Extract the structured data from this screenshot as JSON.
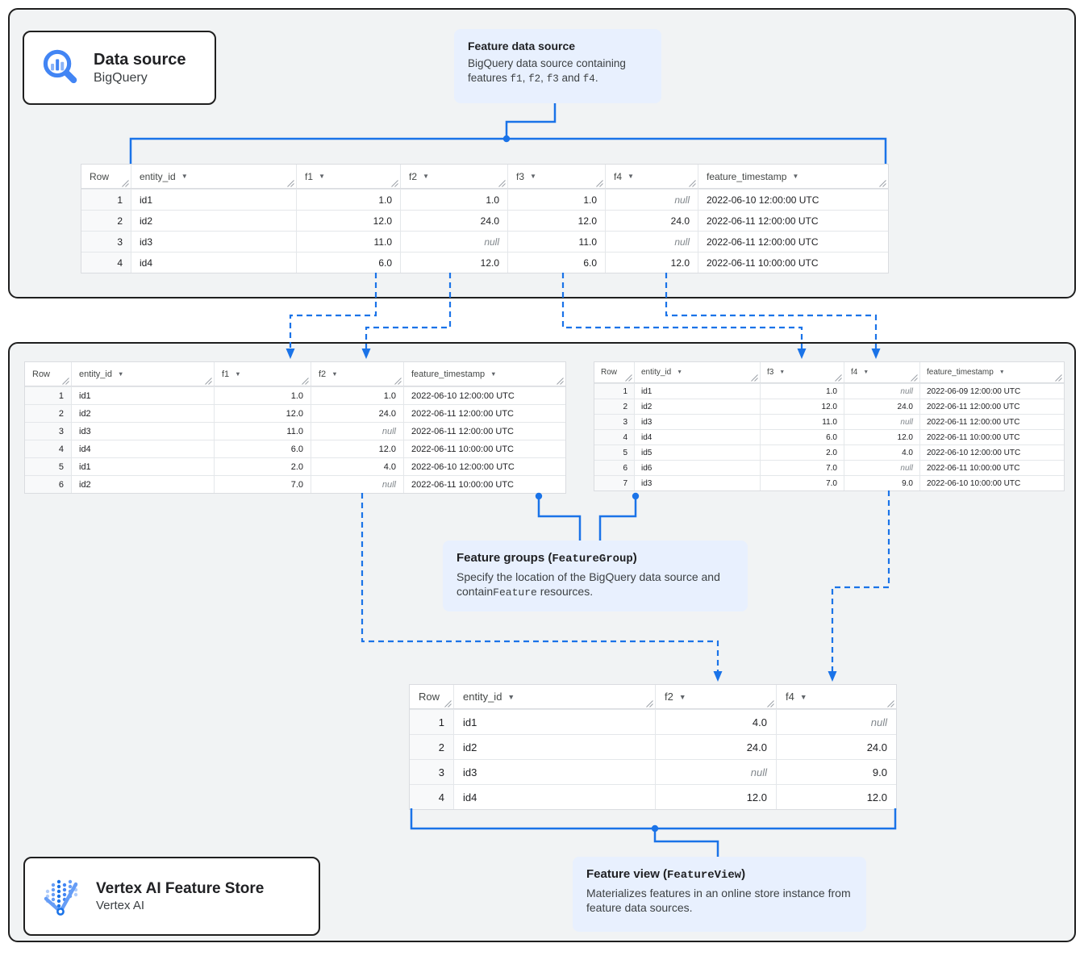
{
  "colors": {
    "accent_blue": "#1a73e8",
    "icon_blue": "#4285f4",
    "callout_bg": "#e8f0fe",
    "section_bg": "#f1f3f4",
    "null_text": "#80868b"
  },
  "cards": {
    "data_source": {
      "title": "Data source",
      "subtitle": "BigQuery",
      "icon": "bigquery-search-icon"
    },
    "feature_store": {
      "title": "Vertex AI Feature Store",
      "subtitle": "Vertex AI",
      "icon": "vertex-ai-feature-store-icon"
    }
  },
  "callouts": {
    "feature_data_source": {
      "title": [
        {
          "t": "Feature data source"
        }
      ],
      "body": [
        {
          "t": "BigQuery data source containing features "
        },
        {
          "t": "f1",
          "mono": true
        },
        {
          "t": ", "
        },
        {
          "t": "f2",
          "mono": true
        },
        {
          "t": ", "
        },
        {
          "t": "f3",
          "mono": true
        },
        {
          "t": " and "
        },
        {
          "t": "f4",
          "mono": true
        },
        {
          "t": "."
        }
      ]
    },
    "feature_groups": {
      "title": [
        {
          "t": "Feature groups ("
        },
        {
          "t": "FeatureGroup",
          "mono": true
        },
        {
          "t": ")"
        }
      ],
      "body": [
        {
          "t": "Specify the location of the BigQuery data source and contain"
        },
        {
          "t": "Feature",
          "mono": true
        },
        {
          "t": " resources."
        }
      ]
    },
    "feature_view": {
      "title": [
        {
          "t": "Feature view ("
        },
        {
          "t": "FeatureView",
          "mono": true
        },
        {
          "t": ")"
        }
      ],
      "body": [
        {
          "t": "Materializes features in an online store instance from feature data sources."
        }
      ]
    }
  },
  "tables": {
    "source": {
      "columns": [
        "Row",
        "entity_id",
        "f1",
        "f2",
        "f3",
        "f4",
        "feature_timestamp"
      ],
      "rows": [
        [
          "1",
          "id1",
          "1.0",
          "1.0",
          "1.0",
          "null",
          "2022-06-10 12:00:00 UTC"
        ],
        [
          "2",
          "id2",
          "12.0",
          "24.0",
          "12.0",
          "24.0",
          "2022-06-11 12:00:00 UTC"
        ],
        [
          "3",
          "id3",
          "11.0",
          "null",
          "11.0",
          "null",
          "2022-06-11 12:00:00 UTC"
        ],
        [
          "4",
          "id4",
          "6.0",
          "12.0",
          "6.0",
          "12.0",
          "2022-06-11 10:00:00 UTC"
        ]
      ]
    },
    "feature_group_1": {
      "columns": [
        "Row",
        "entity_id",
        "f1",
        "f2",
        "feature_timestamp"
      ],
      "rows": [
        [
          "1",
          "id1",
          "1.0",
          "1.0",
          "2022-06-10 12:00:00 UTC"
        ],
        [
          "2",
          "id2",
          "12.0",
          "24.0",
          "2022-06-11 12:00:00 UTC"
        ],
        [
          "3",
          "id3",
          "11.0",
          "null",
          "2022-06-11 12:00:00 UTC"
        ],
        [
          "4",
          "id4",
          "6.0",
          "12.0",
          "2022-06-11 10:00:00 UTC"
        ],
        [
          "5",
          "id1",
          "2.0",
          "4.0",
          "2022-06-10 12:00:00 UTC"
        ],
        [
          "6",
          "id2",
          "7.0",
          "null",
          "2022-06-11 10:00:00 UTC"
        ]
      ]
    },
    "feature_group_2": {
      "columns": [
        "Row",
        "entity_id",
        "f3",
        "f4",
        "feature_timestamp"
      ],
      "rows": [
        [
          "1",
          "id1",
          "1.0",
          "null",
          "2022-06-09 12:00:00 UTC"
        ],
        [
          "2",
          "id2",
          "12.0",
          "24.0",
          "2022-06-11 12:00:00 UTC"
        ],
        [
          "3",
          "id3",
          "11.0",
          "null",
          "2022-06-11 12:00:00 UTC"
        ],
        [
          "4",
          "id4",
          "6.0",
          "12.0",
          "2022-06-11 10:00:00 UTC"
        ],
        [
          "5",
          "id5",
          "2.0",
          "4.0",
          "2022-06-10 12:00:00 UTC"
        ],
        [
          "6",
          "id6",
          "7.0",
          "null",
          "2022-06-11 10:00:00 UTC"
        ],
        [
          "7",
          "id3",
          "7.0",
          "9.0",
          "2022-06-10 10:00:00 UTC"
        ]
      ]
    },
    "feature_view": {
      "columns": [
        "Row",
        "entity_id",
        "f2",
        "f4"
      ],
      "rows": [
        [
          "1",
          "id1",
          "4.0",
          "null"
        ],
        [
          "2",
          "id2",
          "24.0",
          "24.0"
        ],
        [
          "3",
          "id3",
          "null",
          "9.0"
        ],
        [
          "4",
          "id4",
          "12.0",
          "12.0"
        ]
      ]
    }
  }
}
